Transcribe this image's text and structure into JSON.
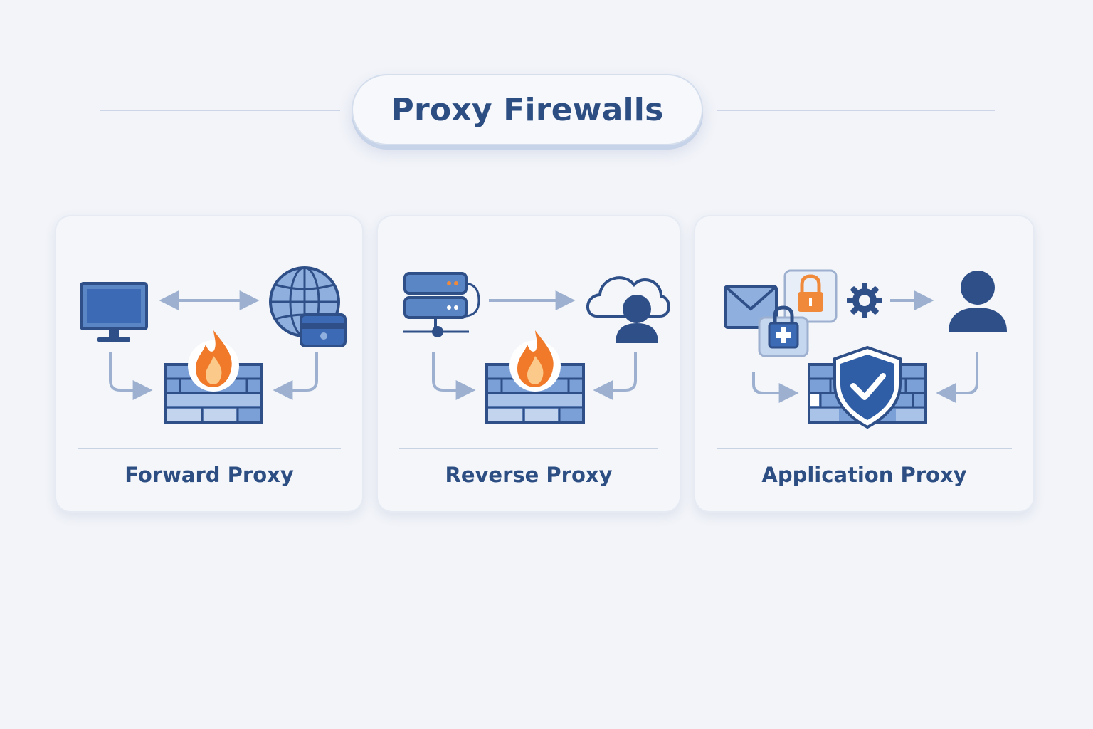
{
  "title": "Proxy Firewalls",
  "cards": [
    {
      "label": "Forward Proxy",
      "icons": [
        "monitor-icon",
        "globe-icon",
        "card-reader-icon",
        "firewall-icon",
        "flame-icon"
      ]
    },
    {
      "label": "Reverse Proxy",
      "icons": [
        "server-icon",
        "cloud-icon",
        "user-icon",
        "firewall-icon",
        "flame-icon"
      ]
    },
    {
      "label": "Application Proxy",
      "icons": [
        "envelope-icon",
        "padlock-icon",
        "medical-padlock-icon",
        "gear-icon",
        "user-icon",
        "firewall-icon",
        "shield-check-icon"
      ]
    }
  ],
  "colors": {
    "background": "#f2f4f9",
    "title_text": "#2d4e82",
    "icon_dark": "#2f4f88",
    "icon_fill": "#5b86c6",
    "arrow": "#9db0cf",
    "flame": "#f07a2a",
    "lock_orange": "#f08a3a"
  }
}
